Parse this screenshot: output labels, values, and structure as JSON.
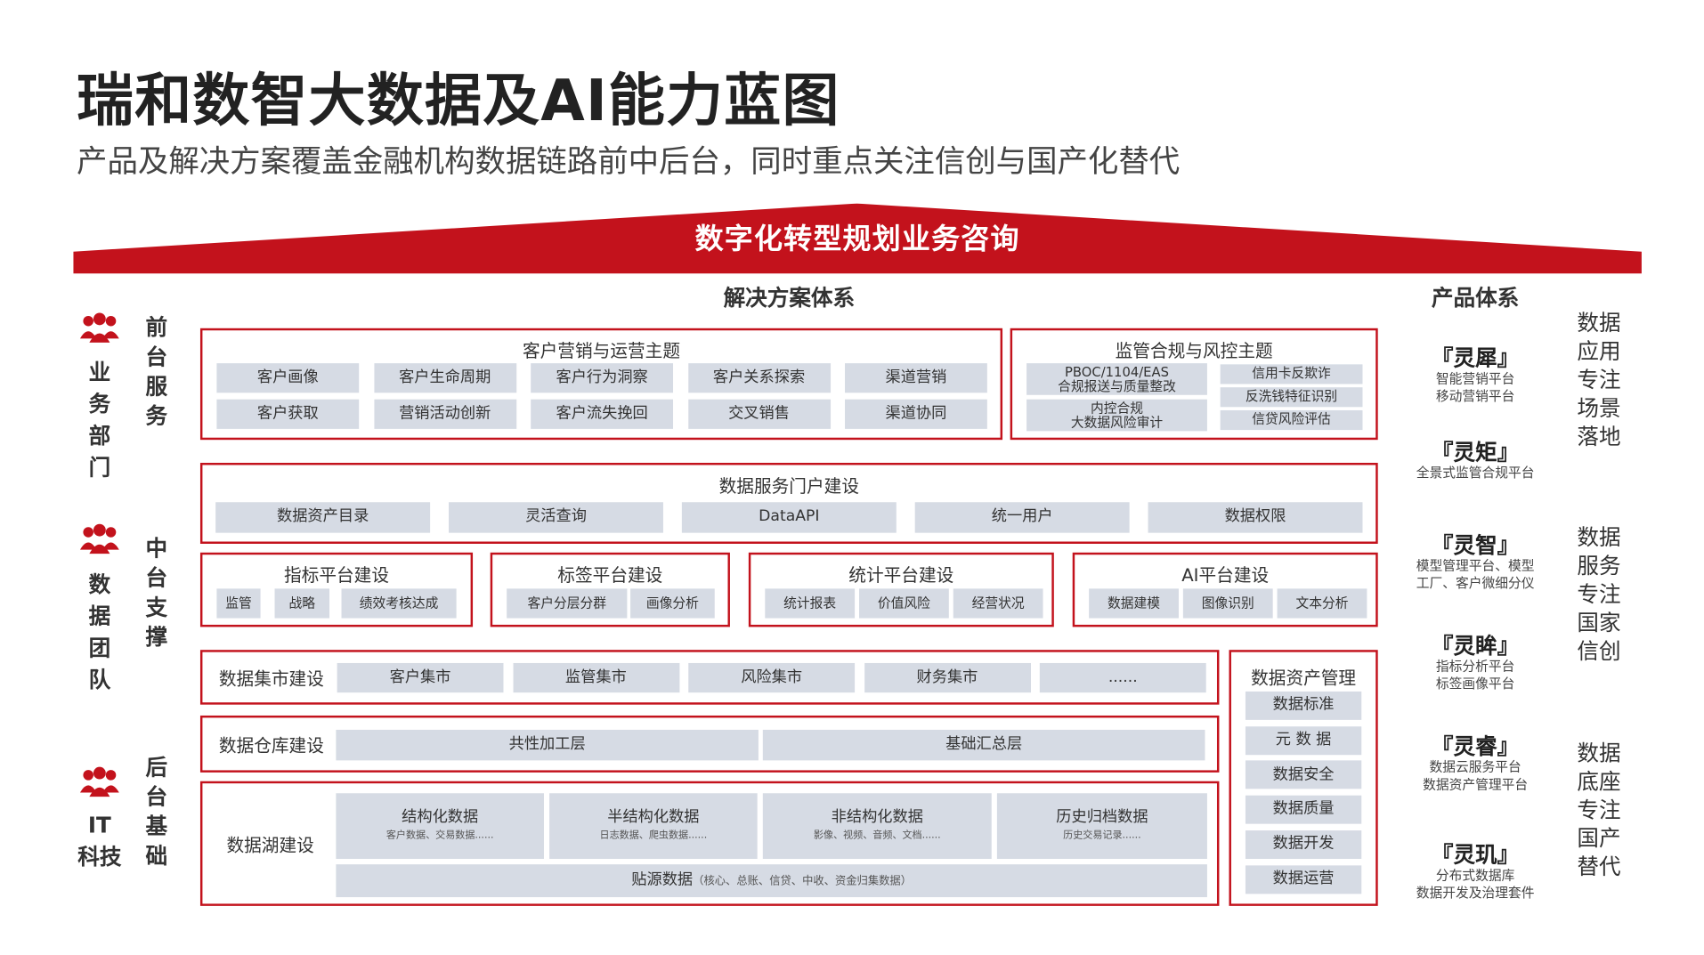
{
  "title": "瑞和数智大数据及AI能力蓝图",
  "subtitle": "产品及解决方案覆盖金融机构数据链路前中后台，同时重点关注信创与国产化替代",
  "banner": "数字化转型规划业务咨询",
  "solutions_heading": "解决方案体系",
  "products_heading": "产品体系",
  "colors": {
    "brand_red": "#c3121c",
    "chip_gray": "#d6dbe4"
  },
  "departments": [
    {
      "name": "业务部门",
      "icon": "team-icon"
    },
    {
      "name": "数据团队",
      "icon": "team-icon"
    },
    {
      "name": "IT科技",
      "icon": "team-icon"
    }
  ],
  "layers": [
    "前台服务",
    "中台支撑",
    "后台基础"
  ],
  "marketing": {
    "title": "客户营销与运营主题",
    "items": [
      "客户画像",
      "客户生命周期",
      "客户行为洞察",
      "客户关系探索",
      "渠道营销",
      "客户获取",
      "营销活动创新",
      "客户流失挽回",
      "交叉销售",
      "渠道协同"
    ]
  },
  "regulatory": {
    "title": "监管合规与风控主题",
    "left": [
      {
        "line1": "PBOC/1104/EAS",
        "line2": "合规报送与质量整改"
      },
      {
        "line1": "内控合规",
        "line2": "大数据风险审计"
      }
    ],
    "right": [
      "信用卡反欺诈",
      "反洗钱特征识别",
      "信贷风险评估"
    ]
  },
  "portal": {
    "title": "数据服务门户建设",
    "items": [
      "数据资产目录",
      "灵活查询",
      "DataAPI",
      "统一用户",
      "数据权限"
    ]
  },
  "platforms": [
    {
      "title": "指标平台建设",
      "items": [
        "监管",
        "战略",
        "绩效考核达成"
      ]
    },
    {
      "title": "标签平台建设",
      "items": [
        "客户分层分群",
        "画像分析"
      ]
    },
    {
      "title": "统计平台建设",
      "items": [
        "统计报表",
        "价值风险",
        "经营状况"
      ]
    },
    {
      "title": "AI平台建设",
      "items": [
        "数据建模",
        "图像识别",
        "文本分析"
      ]
    }
  ],
  "mart": {
    "label": "数据集市建设",
    "items": [
      "客户集市",
      "监管集市",
      "风险集市",
      "财务集市",
      "......"
    ]
  },
  "warehouse": {
    "label": "数据仓库建设",
    "items": [
      "共性加工层",
      "基础汇总层"
    ]
  },
  "lake": {
    "label": "数据湖建设",
    "items": [
      {
        "name": "结构化数据",
        "desc": "客户数据、交易数据......"
      },
      {
        "name": "半结构化数据",
        "desc": "日志数据、爬虫数据......"
      },
      {
        "name": "非结构化数据",
        "desc": "影像、视频、音频、文档......"
      },
      {
        "name": "历史归档数据",
        "desc": "历史交易记录......"
      }
    ],
    "source_name": "贴源数据",
    "source_desc": "（核心、总账、信贷、中收、资金归集数据）"
  },
  "asset_mgmt": {
    "title": "数据资产管理",
    "items": [
      "数据标准",
      "元 数 据",
      "数据安全",
      "数据质量",
      "数据开发",
      "数据运营"
    ]
  },
  "products": [
    {
      "name": "『灵犀』",
      "desc": [
        "智能营销平台",
        "移动营销平台"
      ]
    },
    {
      "name": "『灵矩』",
      "desc": [
        "全景式监管合规平台"
      ]
    },
    {
      "name": "『灵智』",
      "desc": [
        "模型管理平台、模型",
        "工厂、客户微细分仪"
      ]
    },
    {
      "name": "『灵眸』",
      "desc": [
        "指标分析平台",
        "标签画像平台"
      ]
    },
    {
      "name": "『灵睿』",
      "desc": [
        "数据云服务平台",
        "数据资产管理平台"
      ]
    },
    {
      "name": "『灵玑』",
      "desc": [
        "分布式数据库",
        "数据开发及治理套件"
      ]
    }
  ],
  "values": [
    "数据应用专注场景落地",
    "数据服务专注国家信创",
    "数据底座专注国产替代"
  ]
}
